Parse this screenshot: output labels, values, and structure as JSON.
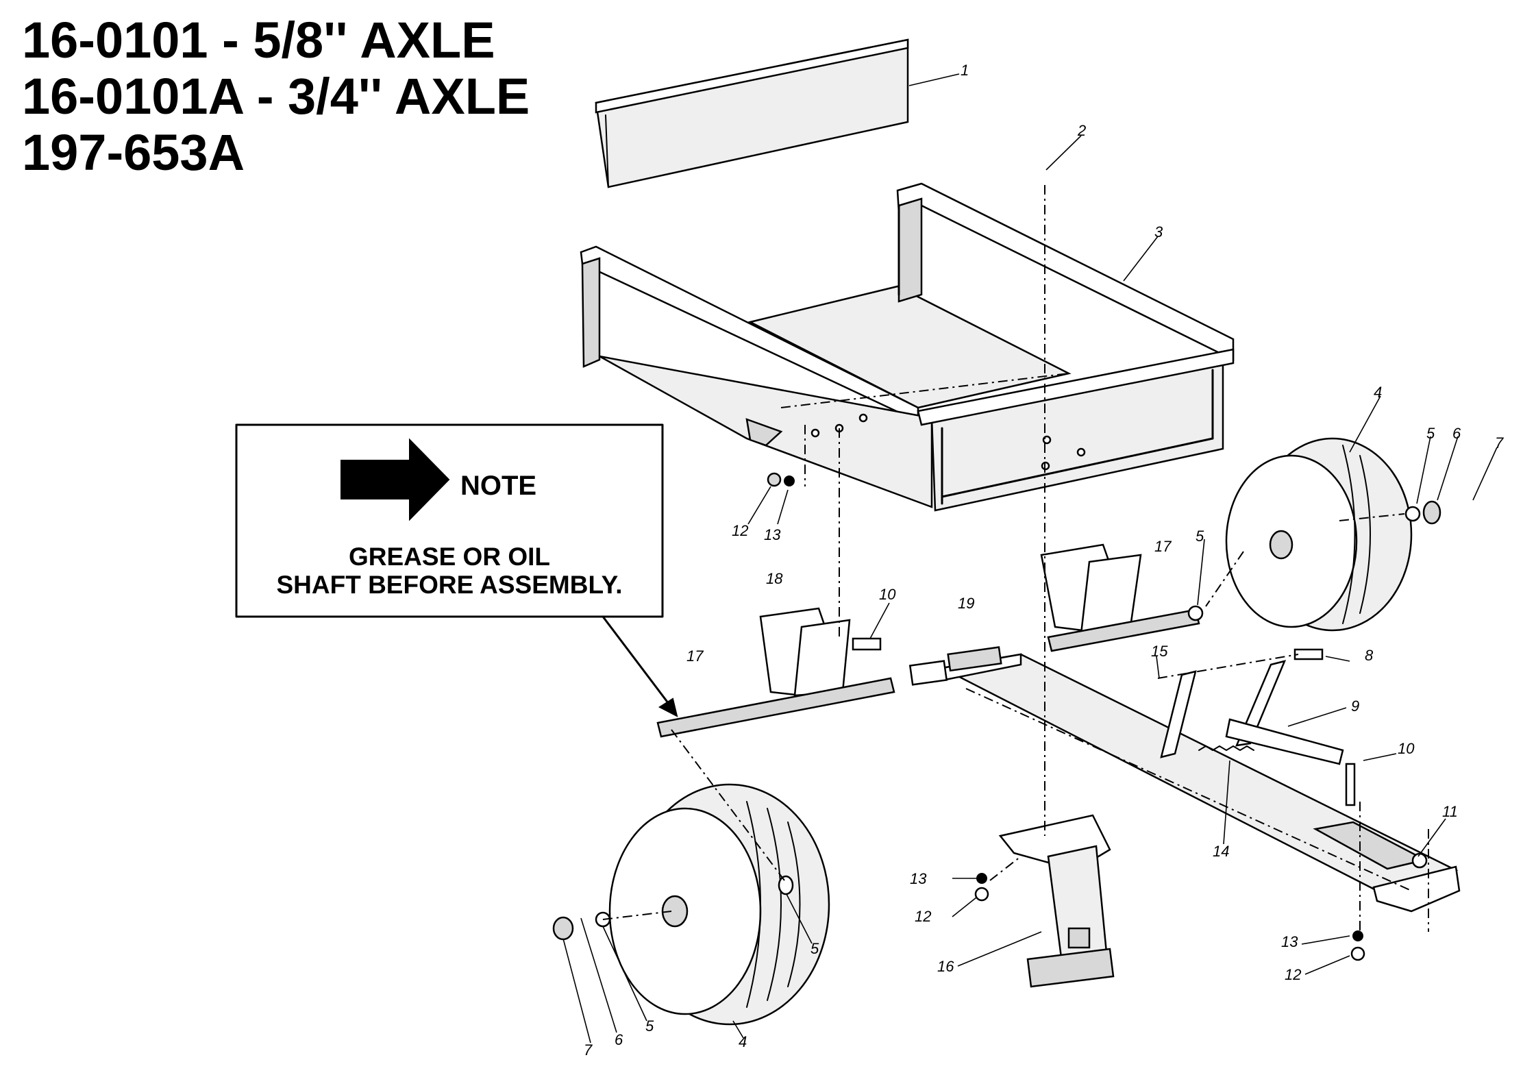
{
  "title_lines": [
    "16-0101 - 5/8'' AXLE",
    "16-0101A - 3/4'' AXLE",
    "197-653A"
  ],
  "note_box": {
    "heading": "NOTE",
    "line1": "GREASE OR OIL",
    "line2": "SHAFT BEFORE ASSEMBLY.",
    "arrow_icon": "right-arrow-icon"
  },
  "part_labels": [
    "1",
    "2",
    "3",
    "4",
    "5",
    "6",
    "7",
    "12",
    "13",
    "18",
    "17",
    "5",
    "10",
    "19",
    "17",
    "15",
    "8",
    "9",
    "10",
    "14",
    "11",
    "13",
    "12",
    "16",
    "13",
    "12",
    "5",
    "7",
    "6",
    "5",
    "4"
  ]
}
